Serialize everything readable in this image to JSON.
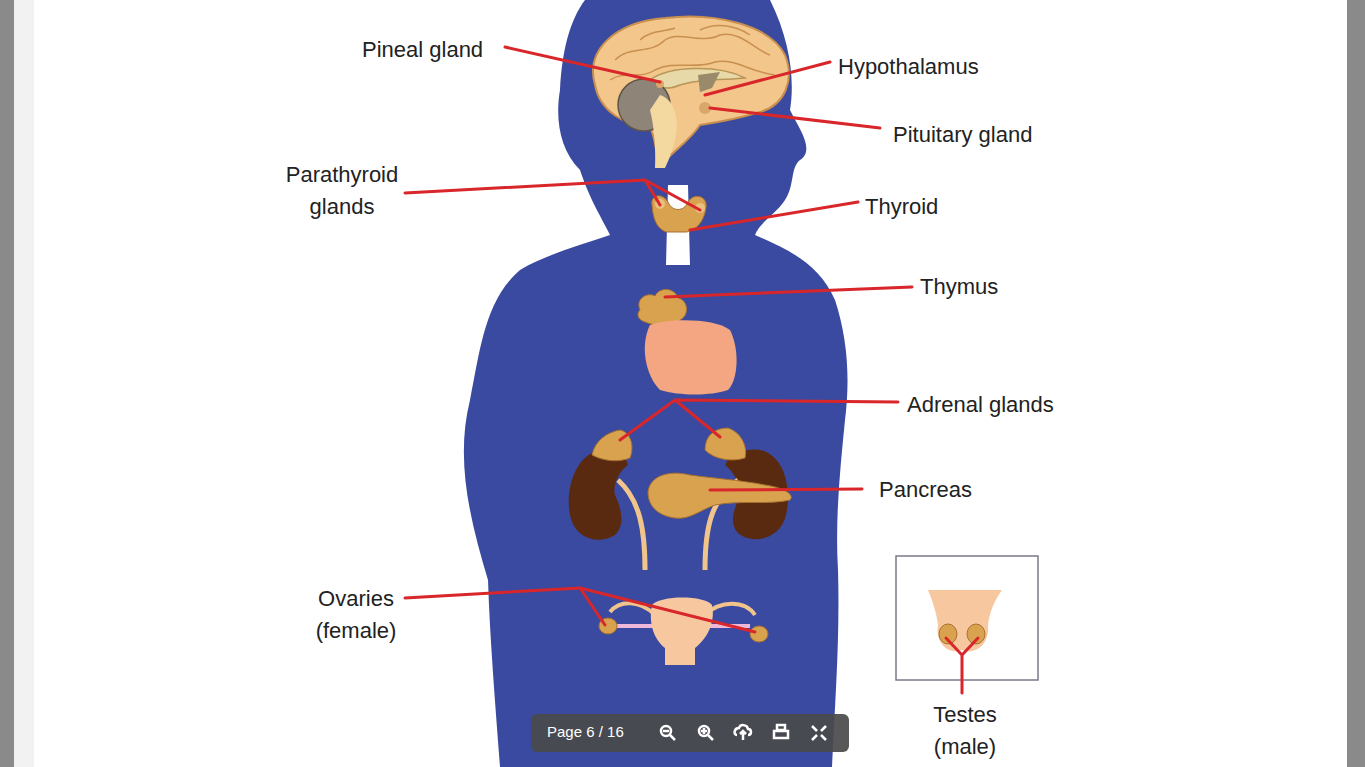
{
  "diagram": {
    "labels": [
      "Pineal gland",
      "Hypothalamus",
      "Pituitary gland",
      "Parathyroid glands",
      "Thyroid",
      "Thymus",
      "Adrenal glands",
      "Pancreas",
      "Ovaries (female)",
      "Testes (male)",
      "Page 6 / 16"
    ]
  }
}
